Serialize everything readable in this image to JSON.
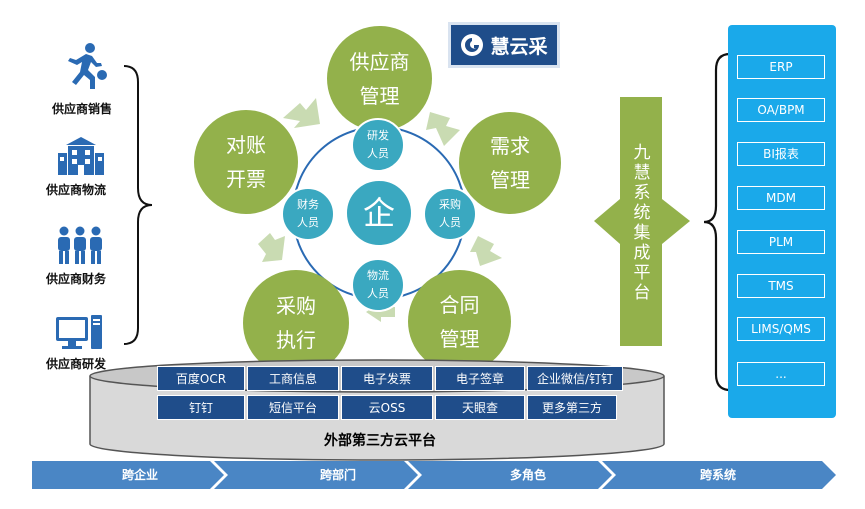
{
  "left_column": {
    "items": [
      {
        "label": "供应商销售",
        "icon": "running-person-icon"
      },
      {
        "label": "供应商物流",
        "icon": "building-icon"
      },
      {
        "label": "供应商财务",
        "icon": "people-group-icon"
      },
      {
        "label": "供应商研发",
        "icon": "computer-icon"
      }
    ]
  },
  "logo": {
    "text": "慧云采"
  },
  "cycle": {
    "outer": [
      {
        "line1": "供应商",
        "line2": "管理"
      },
      {
        "line1": "需求",
        "line2": "管理"
      },
      {
        "line1": "合同",
        "line2": "管理"
      },
      {
        "line1": "采购",
        "line2": "执行"
      },
      {
        "line1": "对账",
        "line2": "开票"
      }
    ],
    "center": "企",
    "inner": [
      {
        "line1": "研发",
        "line2": "人员"
      },
      {
        "line1": "采购",
        "line2": "人员"
      },
      {
        "line1": "物流",
        "line2": "人员"
      },
      {
        "line1": "财务",
        "line2": "人员"
      }
    ]
  },
  "integration": {
    "label_chars": [
      "九",
      "慧",
      "系",
      "统",
      "集",
      "成",
      "平",
      "台"
    ]
  },
  "systems": {
    "items": [
      "ERP",
      "OA/BPM",
      "BI报表",
      "MDM",
      "PLM",
      "TMS",
      "LIMS/QMS",
      "..."
    ]
  },
  "cloud": {
    "title": "外部第三方云平台",
    "row1": [
      "百度OCR",
      "工商信息",
      "电子发票",
      "电子签章",
      "企业微信/钉钉"
    ],
    "row2": [
      "钉钉",
      "短信平台",
      "云OSS",
      "天眼查",
      "更多第三方"
    ]
  },
  "bottom_bar": {
    "steps": [
      "跨企业",
      "跨部门",
      "多角色",
      "跨系统"
    ]
  },
  "colors": {
    "green": "#93b14b",
    "teal": "#3aa8c0",
    "navy": "#1f4d8a",
    "sky": "#1aa9ea",
    "arrow_blue": "#4a86c5"
  }
}
